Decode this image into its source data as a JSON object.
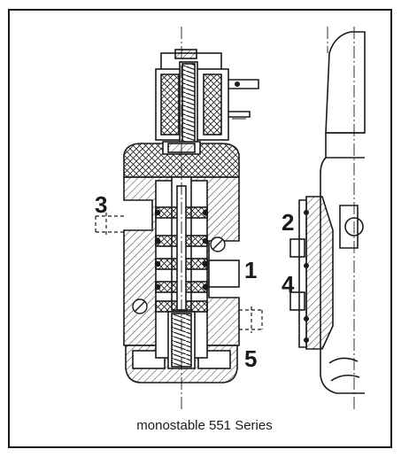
{
  "caption": "monostable 551 Series",
  "ports": {
    "p1": "1",
    "p2": "2",
    "p3": "3",
    "p4": "4",
    "p5": "5"
  },
  "colors": {
    "line": "#1a1a1a",
    "background": "#ffffff"
  }
}
